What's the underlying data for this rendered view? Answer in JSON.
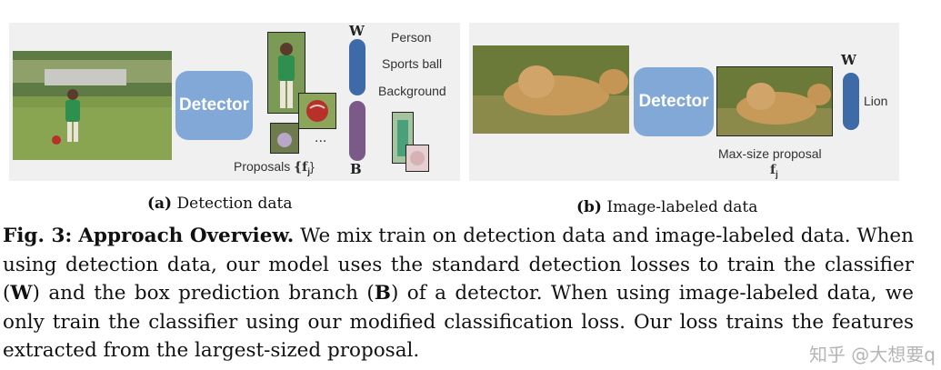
{
  "panel_a": {
    "detector_label": "Detector",
    "classes": [
      "Person",
      "Sports ball",
      "Background"
    ],
    "weight_label": "W",
    "box_label": "B",
    "ellipsis": "...",
    "proposals_text": "Proposals",
    "proposals_math": "{f",
    "proposals_sub": "j",
    "proposals_close": "}",
    "subcaption_tag": "(a)",
    "subcaption_text": "Detection data"
  },
  "panel_b": {
    "detector_label": "Detector",
    "weight_label": "W",
    "class_label": "Lion",
    "maxsize_label": "Max-size proposal",
    "feature_label": "f",
    "feature_sub": "j",
    "subcaption_tag": "(b)",
    "subcaption_text": "Image-labeled data"
  },
  "caption": {
    "fig": "Fig. 3:",
    "title": "Approach Overview.",
    "part1": "We mix train on detection data and image-labeled data. When using detection data, our model uses the standard detection losses to train the classifier (",
    "w": "W",
    "part2": ") and the box prediction branch (",
    "b": "B",
    "part3": ") of a detector. When using image-labeled data, we only train the classifier using our modified classification loss. Our loss trains the features extracted from the largest-sized proposal."
  },
  "watermark": "知乎 @大想要q",
  "colors": {
    "detector_blue": "#82a8d8",
    "classifier_blue": "#3f6aa8",
    "box_purple": "#7b5a8a",
    "panel_bg": "#f0f0f0"
  }
}
